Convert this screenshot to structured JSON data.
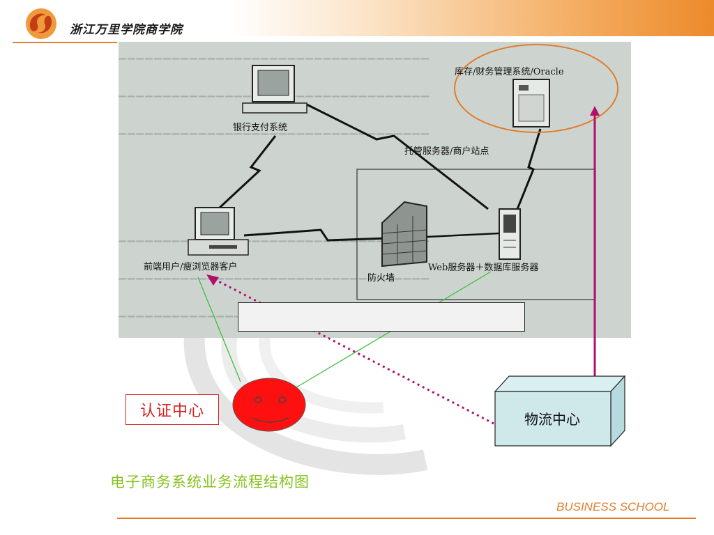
{
  "header": {
    "school_name": "浙江万里学院商学院"
  },
  "diagram": {
    "inventory_system": "库存/财务管理系统/Oracle",
    "bank_system": "银行支付系统",
    "hosting_server": "托管服务器/商户站点",
    "frontend_user": "前端用户/瘦浏览器客户",
    "firewall": "防火墙",
    "web_db_server": "Web服务器＋数据库服务器",
    "certification_center": "认证中心",
    "logistics_center": "物流中心"
  },
  "colors": {
    "accent_orange": "#e07c2a",
    "caption_green": "#86c21c",
    "cert_red": "#d42020",
    "arrow_magenta": "#b0106a",
    "box_cyan": "#cfe8ea"
  },
  "caption": "电子商务系统业务流程结构图",
  "footer": {
    "business_school": "BUSINESS SCHOOL"
  }
}
